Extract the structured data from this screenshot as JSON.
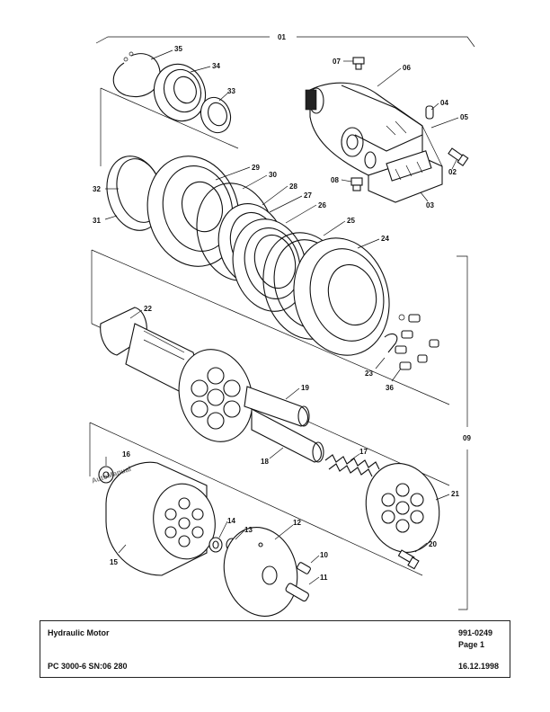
{
  "footer": {
    "title": "Hydraulic Motor",
    "part_number": "991-0249",
    "page": "Page 1",
    "model": "PC 3000-6 SN:06 280",
    "date": "16.12.1998"
  },
  "watermark": "AutoManual",
  "callouts": [
    "01",
    "02",
    "03",
    "04",
    "05",
    "06",
    "07",
    "08",
    "09",
    "10",
    "11",
    "12",
    "13",
    "14",
    "15",
    "16",
    "17",
    "18",
    "19",
    "20",
    "21",
    "22",
    "23",
    "24",
    "25",
    "26",
    "27",
    "28",
    "29",
    "30",
    "31",
    "32",
    "33",
    "34",
    "35",
    "36"
  ],
  "colors": {
    "watermark": "#6cc0e8",
    "ink": "#111111"
  }
}
